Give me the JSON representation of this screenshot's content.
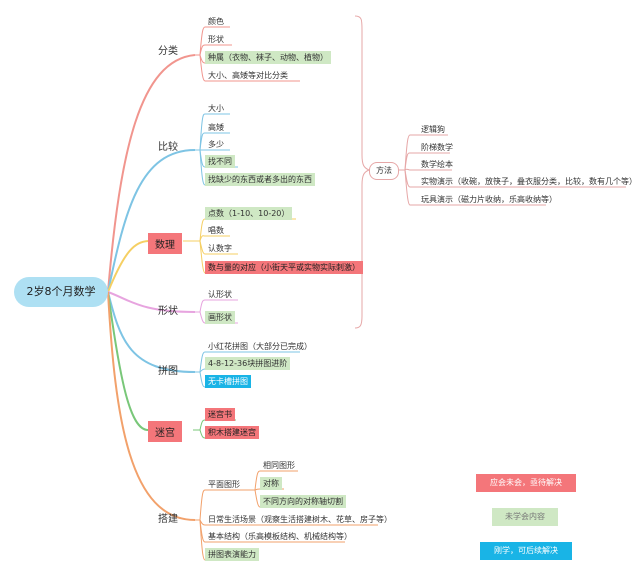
{
  "root": "2岁8个月数学",
  "branches": {
    "classify": {
      "label": "分类",
      "items": [
        "颜色",
        "形状",
        "种属（衣物、袜子、动物、植物）",
        "大小、高矮等对比分类"
      ]
    },
    "compare": {
      "label": "比较",
      "items": [
        "大小",
        "高矮",
        "多少",
        "找不同",
        "找缺少的东西或者多出的东西"
      ]
    },
    "numbers": {
      "label": "数理",
      "items": [
        "点数（1-10、10-20）",
        "唱数",
        "认数字",
        "数与量的对应（小街天平或实物实际刺激）"
      ]
    },
    "shapes": {
      "label": "形状",
      "items": [
        "认形状",
        "画形状"
      ]
    },
    "puzzle": {
      "label": "拼图",
      "items": [
        "小红花拼图（大部分已完成）",
        "4-8-12-36块拼图进阶",
        "无卡槽拼图"
      ]
    },
    "maze": {
      "label": "迷宫",
      "items": [
        "迷宫书",
        "积木搭建迷宫"
      ]
    },
    "build": {
      "label": "搭建",
      "plane": {
        "label": "平面图形",
        "items": [
          "相同图形",
          "对称",
          "不同方向的对称轴切割"
        ]
      },
      "items": [
        "日常生活场景（观察生活搭建树木、花草、房子等）",
        "基本结构（乐高模板结构、机械结构等）",
        "拼图表演能力"
      ]
    }
  },
  "method": {
    "label": "方法",
    "items": [
      "逻辑狗",
      "阶梯数学",
      "数学绘本",
      "实物演示（收碗，放筷子，叠衣服分类，比较，数有几个等）",
      "玩具演示（磁力片收纳，乐高收纳等）"
    ]
  },
  "legend": {
    "red": "应会未会，亟待解决",
    "green": "未学会内容",
    "blue": "刚学，可后续解决"
  },
  "colors": {
    "classify": "#f1958e",
    "compare": "#7ec4e4",
    "numbers": "#f5cf63",
    "shapes": "#e7a4df",
    "puzzle": "#7ec4e4",
    "maze": "#79c779",
    "build": "#f2a16b",
    "red": "#f4767a",
    "green": "#cfe8c4",
    "blue": "#19b4e6",
    "rootFill": "#aee0f3"
  }
}
